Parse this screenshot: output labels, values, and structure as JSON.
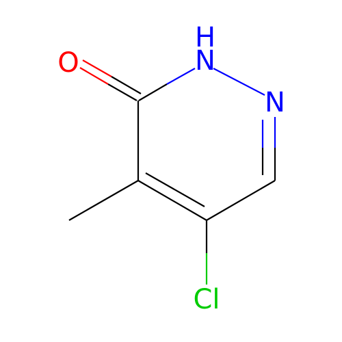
{
  "molecule": {
    "atoms": {
      "oxygen": {
        "symbol": "O",
        "color": "#ff0000"
      },
      "nh": {
        "symbol": "N",
        "hydrogen": "H",
        "color": "#0000ff"
      },
      "n": {
        "symbol": "N",
        "color": "#0000ff"
      },
      "chlorine": {
        "symbol": "Cl",
        "color": "#00cc00"
      }
    },
    "bond_color": "#000000"
  }
}
